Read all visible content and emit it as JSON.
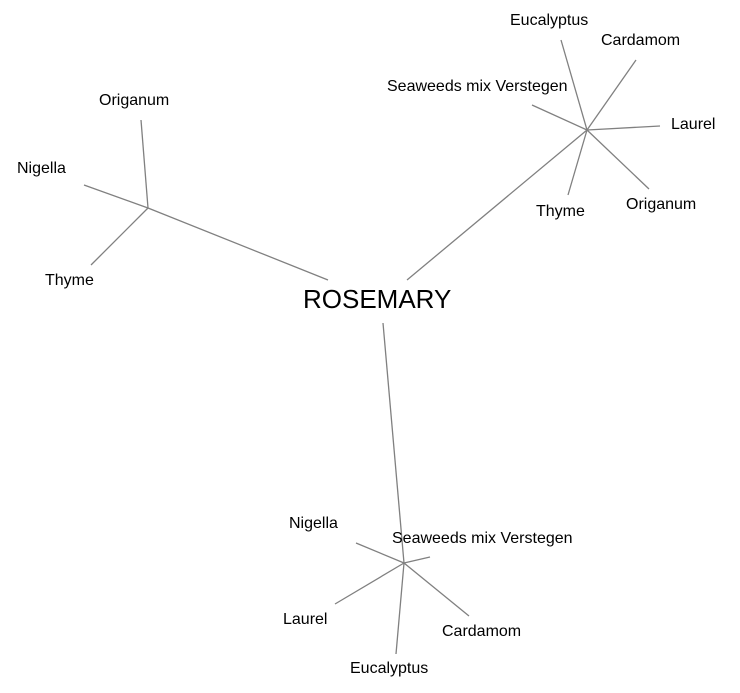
{
  "root": "ROSEMARY",
  "clusters": [
    {
      "leaves": [
        "Origanum",
        "Nigella",
        "Thyme"
      ]
    },
    {
      "leaves": [
        "Eucalyptus",
        "Cardamom",
        "Seaweeds mix Verstegen",
        "Laurel",
        "Origanum",
        "Thyme"
      ]
    },
    {
      "leaves": [
        "Nigella",
        "Seaweeds mix Verstegen",
        "Laurel",
        "Cardamom",
        "Eucalyptus"
      ]
    }
  ],
  "colors": {
    "edge": "#808080",
    "text": "#000000"
  }
}
